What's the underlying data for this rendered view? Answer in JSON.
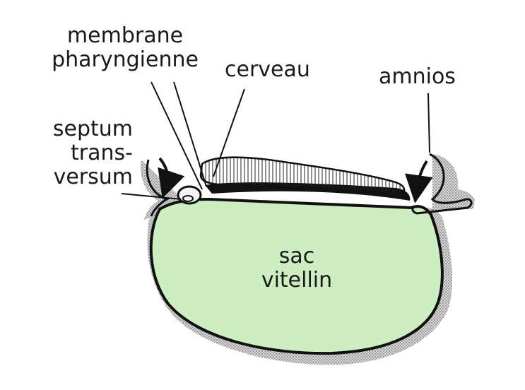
{
  "labels": {
    "membrane_line1": "membrane",
    "membrane_line2": "pharyngienne",
    "cerveau": "cerveau",
    "amnios": "amnios",
    "septum_line1": "septum",
    "septum_line2": "trans-",
    "septum_line3": "versum",
    "sac_line1": "sac",
    "sac_line2": "vitellin"
  },
  "colors": {
    "yolk_sac_fill": "#cdeec0",
    "outline": "#111111",
    "shadow": "#a9a9a9",
    "ectoderm": "#e8e8e8",
    "text": "#1a1a1a"
  },
  "icons": [
    "curved-arrow-left-icon",
    "curved-arrow-right-icon"
  ]
}
